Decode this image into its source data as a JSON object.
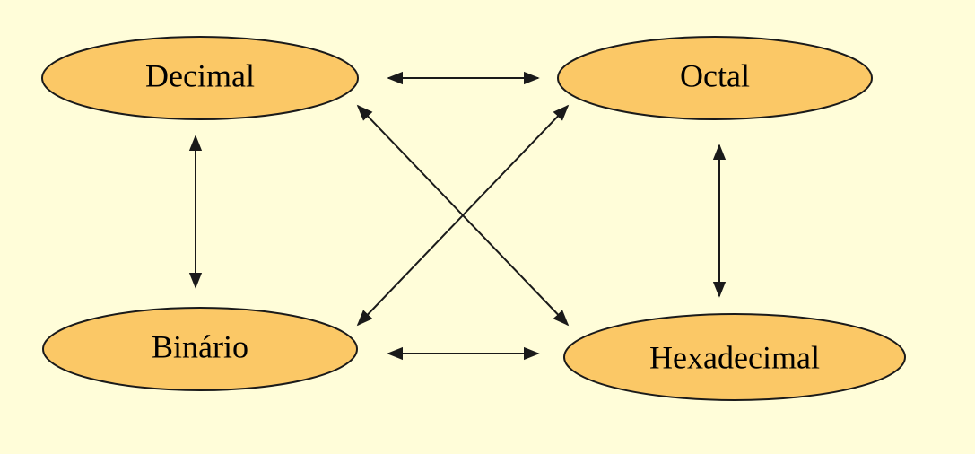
{
  "diagram": {
    "nodes": [
      {
        "id": "decimal",
        "label": "Decimal"
      },
      {
        "id": "octal",
        "label": "Octal"
      },
      {
        "id": "binario",
        "label": "Binário"
      },
      {
        "id": "hexadecimal",
        "label": "Hexadecimal"
      }
    ],
    "edges": [
      {
        "from": "decimal",
        "to": "octal",
        "type": "bidirectional"
      },
      {
        "from": "decimal",
        "to": "binario",
        "type": "bidirectional"
      },
      {
        "from": "decimal",
        "to": "hexadecimal",
        "type": "bidirectional"
      },
      {
        "from": "octal",
        "to": "binario",
        "type": "bidirectional"
      },
      {
        "from": "octal",
        "to": "hexadecimal",
        "type": "bidirectional"
      },
      {
        "from": "binario",
        "to": "hexadecimal",
        "type": "bidirectional"
      }
    ]
  },
  "colors": {
    "background": "#FFFDD9",
    "node_fill": "#FBC866",
    "outline": "#1a1a1a"
  }
}
